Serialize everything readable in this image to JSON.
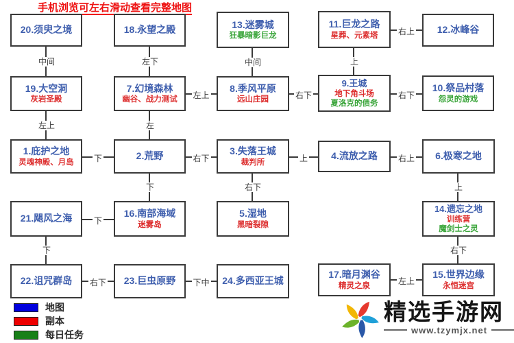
{
  "page": {
    "title": "手机浏览可左右滑动查看完整地图"
  },
  "colors": {
    "node_title_blue": "#3f5fae",
    "dungeon_red": "#dd2f2f",
    "daily_green": "#3aa53a",
    "line": "#3a3a3a",
    "title_red": "#ee1111"
  },
  "nodes": {
    "n1": {
      "title": "1.庇护之地",
      "sub_red": "灵魂神殿、月岛"
    },
    "n2": {
      "title": "2.荒野"
    },
    "n3": {
      "title": "3.失落王城",
      "sub_red": "裁判所"
    },
    "n4": {
      "title": "4.流放之路"
    },
    "n5": {
      "title": "5.湿地",
      "sub_red": "黑暗裂隙"
    },
    "n6": {
      "title": "6.极寒之地"
    },
    "n7": {
      "title": "7.幻境森林",
      "sub_red": "幽谷、战力测试"
    },
    "n8": {
      "title": "8.季风平原",
      "sub_red": "远山庄园"
    },
    "n9": {
      "title": "9.王城",
      "sub_red": "地下角斗场",
      "sub_green": "夏洛克的债务"
    },
    "n10": {
      "title": "10.祭品村落",
      "sub_green": "怨灵的游戏"
    },
    "n11": {
      "title": "11.巨龙之路",
      "sub_red": "星葬、元素塔"
    },
    "n12": {
      "title": "12.冰峰谷"
    },
    "n13": {
      "title": "13.迷雾城",
      "sub_green": "狂暴暗影巨龙"
    },
    "n14": {
      "title": "14.遗忘之地",
      "sub_red": "训练营",
      "sub_green": "魔剑士之灵"
    },
    "n15": {
      "title": "15.世界边缘",
      "sub_red": "永恒迷宫"
    },
    "n16": {
      "title": "16.南部海域",
      "sub_red": "迷雾岛"
    },
    "n17": {
      "title": "17.暗月渊谷",
      "sub_red": "精灵之泉"
    },
    "n18": {
      "title": "18.永望之殿"
    },
    "n19": {
      "title": "19.大空洞",
      "sub_red": "灰岩圣殿"
    },
    "n20": {
      "title": "20.须臾之境"
    },
    "n21": {
      "title": "21.飓风之海"
    },
    "n22": {
      "title": "22.诅咒群岛"
    },
    "n23": {
      "title": "23.巨虫原野"
    },
    "n24": {
      "title": "24.多西亚王城"
    }
  },
  "edges": {
    "e20_19": {
      "label": "中间"
    },
    "e18_7": {
      "label": "左下"
    },
    "e13_8": {
      "label": "中间"
    },
    "e11_9": {
      "label": "上"
    },
    "e11_12": {
      "label": "右上"
    },
    "e19_1": {
      "label": "左上"
    },
    "e7_2": {
      "label": "左"
    },
    "e7_8": {
      "label": "左上"
    },
    "e8_9": {
      "label": "右下"
    },
    "e9_10": {
      "label": "右下"
    },
    "e1_2": {
      "label": "下"
    },
    "e2_3": {
      "label": "右下"
    },
    "e3_4": {
      "label": "上"
    },
    "e4_6": {
      "label": "右上"
    },
    "e2_16": {
      "label": "下"
    },
    "e3_5": {
      "label": "右下"
    },
    "e6_14": {
      "label": "上"
    },
    "e21_16": {
      "label": "下"
    },
    "e21_22": {
      "label": "下"
    },
    "e14_15": {
      "label": "右下"
    },
    "e22_23": {
      "label": "右下"
    },
    "e23_24": {
      "label": "下中"
    },
    "e17_15": {
      "label": "左上"
    }
  },
  "legend": {
    "items": [
      {
        "label": "地图",
        "color": "#0000dd"
      },
      {
        "label": "副本",
        "color": "#ee0000"
      },
      {
        "label": "每日任务",
        "color": "#188018"
      }
    ]
  },
  "watermark": {
    "site_name": "精选手游网",
    "site_url": "www.tzymjx.net"
  }
}
